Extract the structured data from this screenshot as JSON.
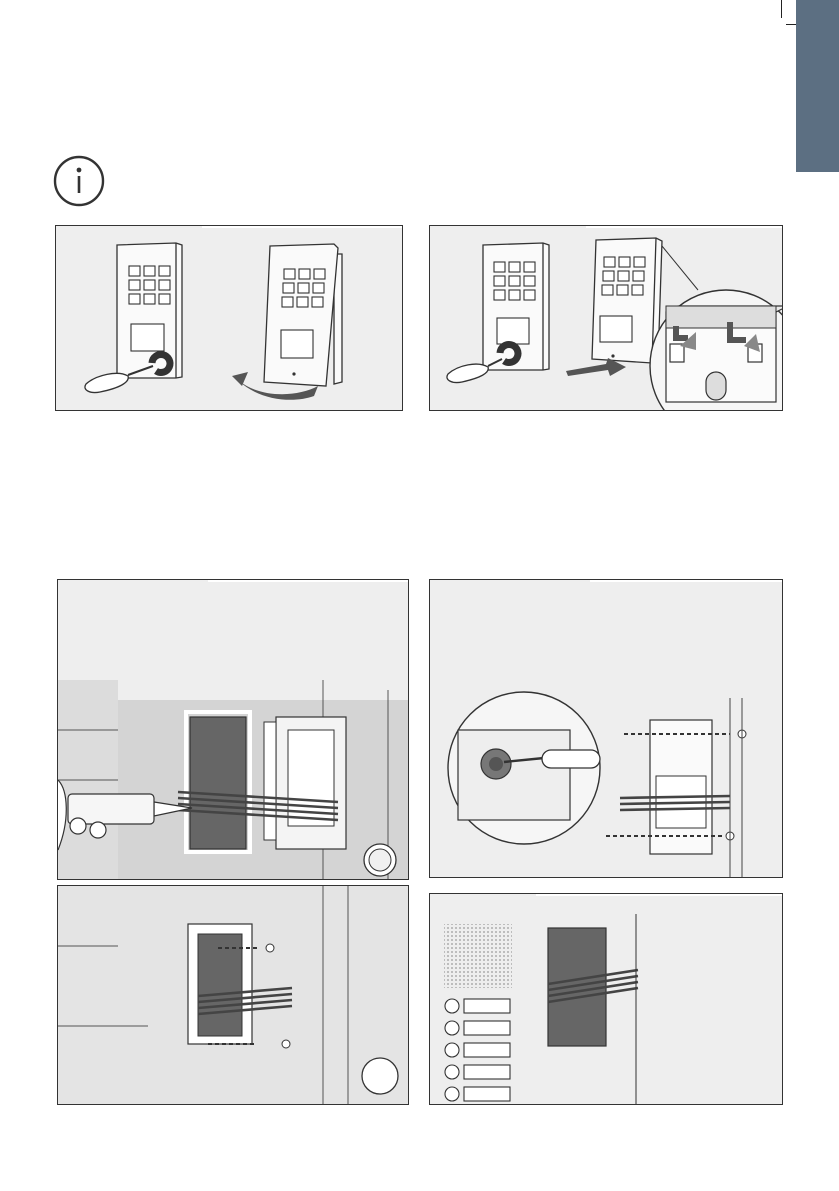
{
  "page": {
    "colors": {
      "side_tab": "#5c6f82",
      "panel_bg": "#eeeeee",
      "line": "#333333",
      "tool_orange": "#ef7d3a"
    }
  },
  "info": {
    "icon": "info-circle-icon"
  },
  "panels": [
    {
      "name": "remove-front-cover",
      "icon": "screwdriver-icon"
    },
    {
      "name": "detach-unit-from-mount",
      "icon": "screwdriver-icon"
    },
    {
      "name": "seal-flush-box",
      "icon": "caulk-gun-icon"
    },
    {
      "name": "fix-mounting-plate",
      "icon": "screw-icon"
    },
    {
      "name": "screw-flush-box",
      "icon": "screw-icon"
    },
    {
      "name": "route-cables",
      "icon": "cable-icon"
    }
  ]
}
